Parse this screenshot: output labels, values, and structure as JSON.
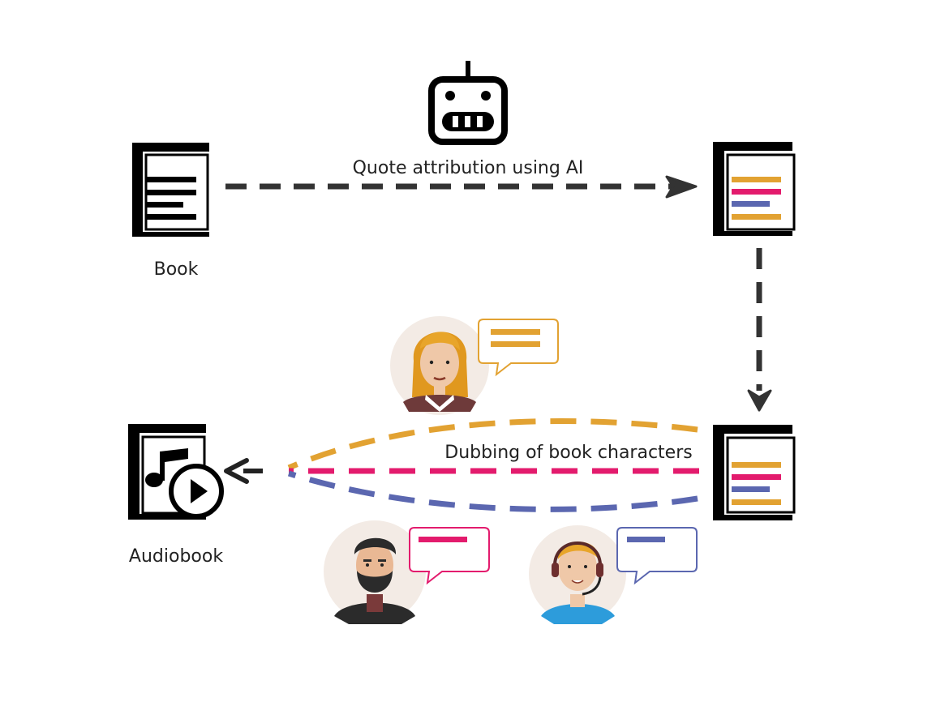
{
  "labels": {
    "book": "Book",
    "audiobook": "Audiobook",
    "quote_attribution": "Quote attribution using AI",
    "dubbing": "Dubbing of book characters"
  },
  "nodes": [
    {
      "id": "book",
      "icon": "book-icon"
    },
    {
      "id": "robot",
      "icon": "robot-icon"
    },
    {
      "id": "attributed-book",
      "icon": "color-coded-book-icon"
    },
    {
      "id": "dubbed-book",
      "icon": "color-coded-book-icon"
    },
    {
      "id": "audiobook",
      "icon": "audiobook-icon"
    },
    {
      "id": "narrator-woman",
      "icon": "woman-avatar-icon"
    },
    {
      "id": "narrator-bearded-man",
      "icon": "bearded-man-avatar-icon"
    },
    {
      "id": "narrator-headset-man",
      "icon": "headset-man-avatar-icon"
    }
  ],
  "edges": [
    {
      "from": "book",
      "to": "attributed-book",
      "label_key": "quote_attribution",
      "style": "dashed"
    },
    {
      "from": "attributed-book",
      "to": "dubbed-book",
      "style": "dashed"
    },
    {
      "from": "dubbed-book",
      "to": "audiobook",
      "label_key": "dubbing",
      "style": "dashed-colored"
    }
  ],
  "colors": {
    "ink": "#333333",
    "orange": "#e2a232",
    "pink": "#e31b6d",
    "blue": "#5b67b0",
    "text": "#222222"
  }
}
